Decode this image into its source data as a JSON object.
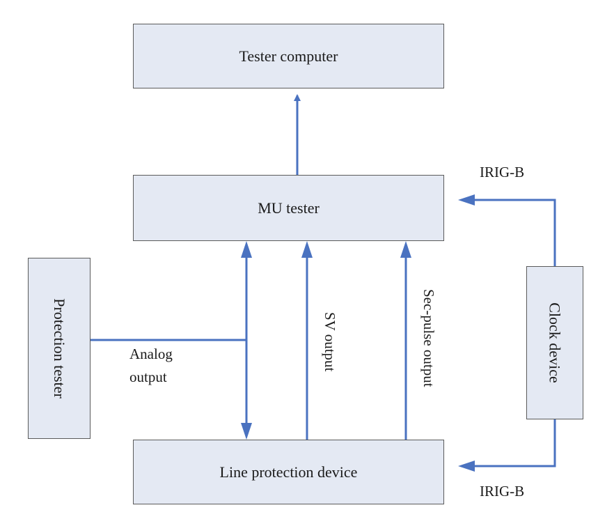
{
  "boxes": {
    "tester_computer": "Tester computer",
    "mu_tester": "MU tester",
    "protection_tester": "Protection tester",
    "clock_device": "Clock device",
    "line_protection_device": "Line protection device"
  },
  "labels": {
    "analog_line1": "Analog",
    "analog_line2": "output",
    "sv_output": "SV output",
    "sec_pulse_output": "Sec-pulse output",
    "irig_top": "IRIG-B",
    "irig_bottom": "IRIG-B"
  },
  "colors": {
    "connector": "#4a72c0",
    "box_fill": "#e4e9f3",
    "box_border": "#5a5a5a"
  }
}
